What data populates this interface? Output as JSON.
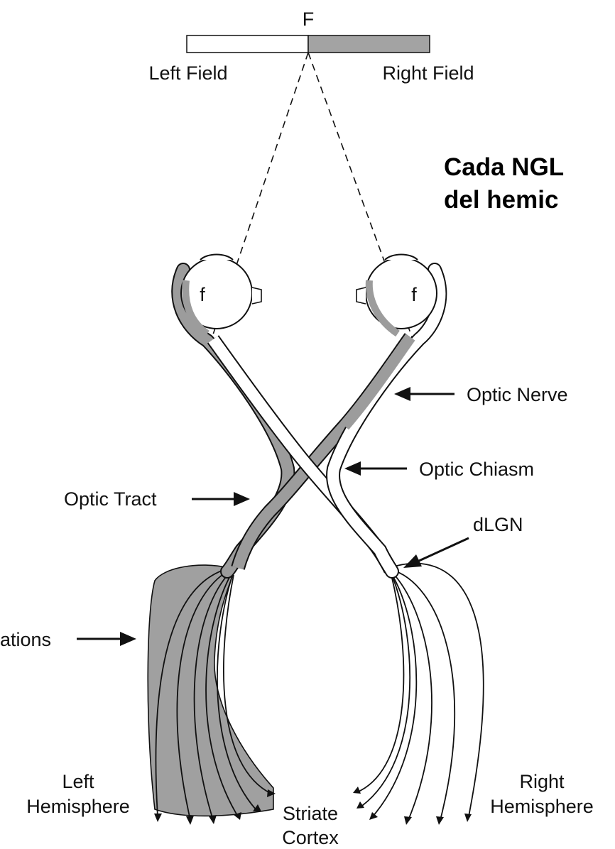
{
  "heading": {
    "line1": "Cada NGL",
    "line2": "del hemic"
  },
  "labels": {
    "fixation": "F",
    "left_field": "Left Field",
    "right_field": "Right Field",
    "fovea_left": "f",
    "fovea_right": "f",
    "optic_nerve": "Optic Nerve",
    "optic_chiasm": "Optic Chiasm",
    "optic_tract": "Optic Tract",
    "dlgn": "dLGN",
    "radiations": "ations",
    "left_hemisphere_1": "Left",
    "left_hemisphere_2": "Hemisphere",
    "right_hemisphere_1": "Right",
    "right_hemisphere_2": "Hemisphere",
    "striate_1": "Striate",
    "striate_2": "Cortex"
  },
  "colors": {
    "pathway_shaded": "#9a9a9a",
    "pathway_unshaded": "#ffffff",
    "ink": "#111111"
  }
}
